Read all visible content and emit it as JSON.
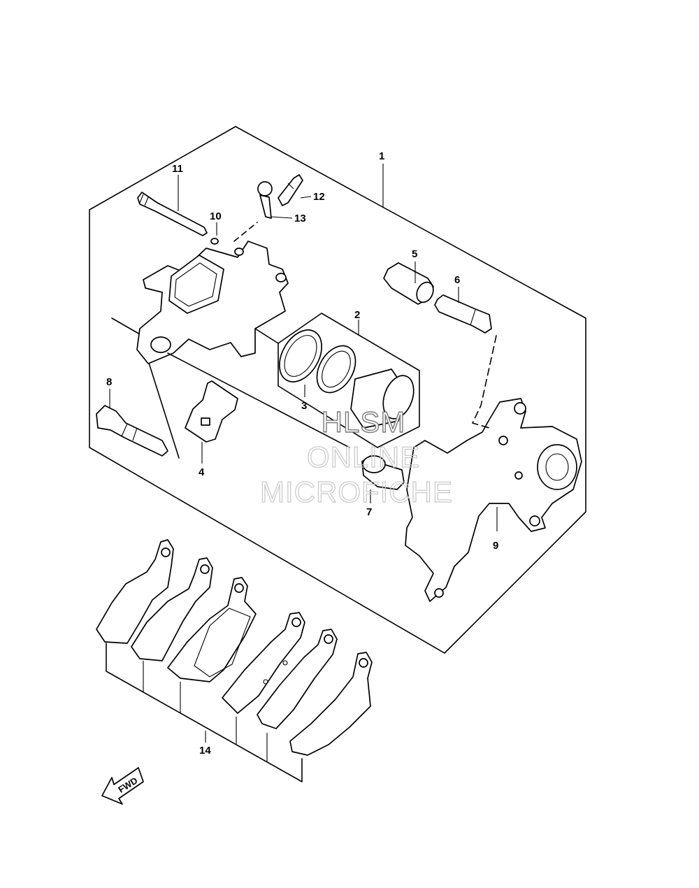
{
  "callouts": {
    "c1": "1",
    "c2": "2",
    "c3": "3",
    "c4": "4",
    "c5": "5",
    "c6": "6",
    "c7": "7",
    "c8": "8",
    "c9": "9",
    "c10": "10",
    "c11": "11",
    "c12": "12",
    "c13": "13",
    "c14": "14"
  },
  "watermark": {
    "line1": "HLSM",
    "line2": "ONLINE",
    "line3": "MICROFICHE"
  },
  "direction": {
    "label": "FWD",
    "icon": "arrow-icon"
  }
}
